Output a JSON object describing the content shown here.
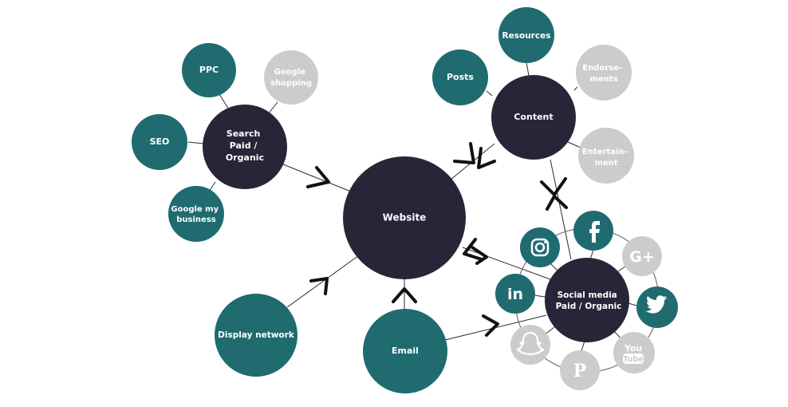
{
  "colors": {
    "dark": "#262638",
    "teal": "#1f6b70",
    "grey": "#cccccc",
    "line": "#2b2b2b",
    "arrow": "#111111"
  },
  "nodes": {
    "website": "Website",
    "search": [
      "Search",
      "Paid /",
      "Organic"
    ],
    "content": "Content",
    "social": [
      "Social media",
      "Paid / Organic"
    ],
    "ppc": "PPC",
    "google_shopping": [
      "Google",
      "shopping"
    ],
    "seo": "SEO",
    "google_my_business": [
      "Google my",
      "business"
    ],
    "resources": "Resources",
    "posts": "Posts",
    "endorsements": [
      "Endorse-",
      "ments"
    ],
    "entertainment": [
      "Entertain-",
      "ment"
    ],
    "display_network": "Display network",
    "email": "Email"
  },
  "social_icons": [
    {
      "name": "facebook-icon",
      "glyph": "f",
      "color": "#1f6b70"
    },
    {
      "name": "google-plus-icon",
      "glyph": "G+",
      "color": "#cccccc"
    },
    {
      "name": "twitter-icon",
      "glyph": "bird",
      "color": "#1f6b70"
    },
    {
      "name": "youtube-icon",
      "glyph": "You Tube",
      "color": "#cccccc"
    },
    {
      "name": "pinterest-icon",
      "glyph": "P",
      "color": "#cccccc"
    },
    {
      "name": "snapchat-icon",
      "glyph": "ghost",
      "color": "#cccccc"
    },
    {
      "name": "linkedin-icon",
      "glyph": "in",
      "color": "#1f6b70"
    },
    {
      "name": "instagram-icon",
      "glyph": "camera",
      "color": "#1f6b70"
    }
  ]
}
